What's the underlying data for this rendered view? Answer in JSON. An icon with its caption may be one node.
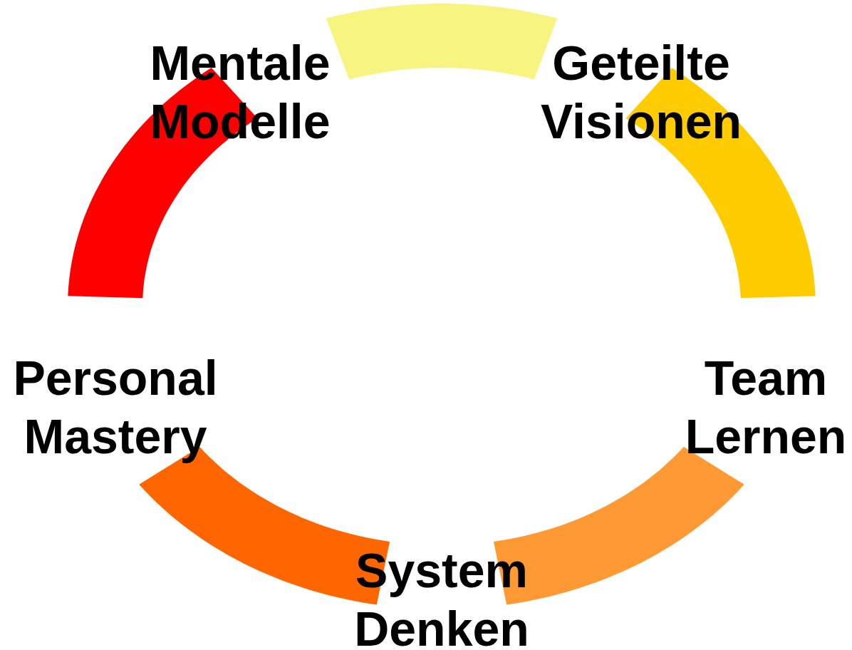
{
  "diagram": {
    "labels": [
      "Mentale Modelle",
      "Geteilte Visionen",
      "Personal Mastery",
      "Team Lernen",
      "System Denken"
    ]
  }
}
